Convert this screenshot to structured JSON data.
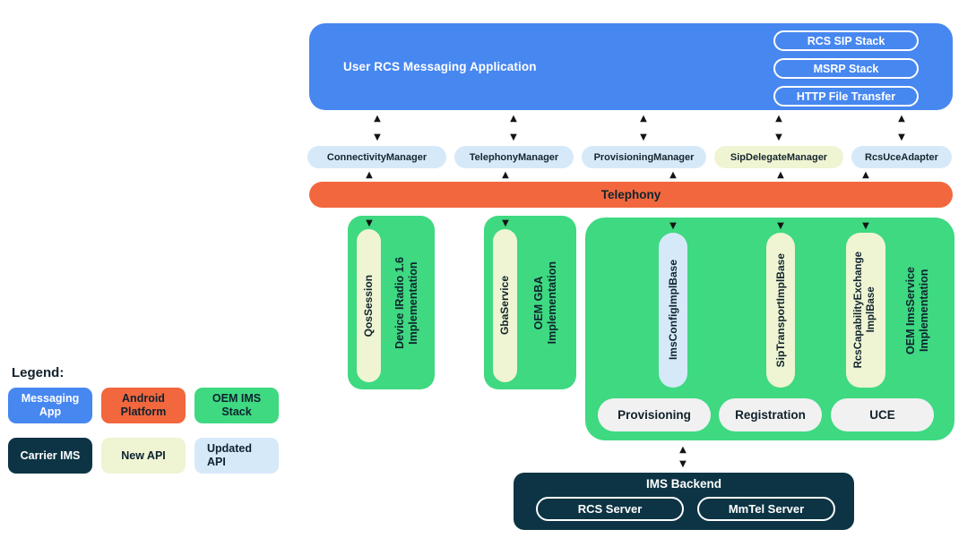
{
  "colors": {
    "app_blue": "#4787F0",
    "android_orange": "#F2673D",
    "oem_green": "#3ED981",
    "carrier_navy": "#0D3444",
    "new_api_cream": "#EFF4D2",
    "updated_api_blue": "#D6E9F9"
  },
  "icons": {
    "arrow_up": "▲",
    "arrow_down": "▼"
  },
  "app_box": {
    "title": "User RCS Messaging Application",
    "stack_pills": [
      "RCS SIP Stack",
      "MSRP Stack",
      "HTTP File Transfer"
    ]
  },
  "managers": [
    {
      "label": "ConnectivityManager",
      "api_type": "updated"
    },
    {
      "label": "TelephonyManager",
      "api_type": "updated"
    },
    {
      "label": "ProvisioningManager",
      "api_type": "updated"
    },
    {
      "label": "SipDelegateManager",
      "api_type": "new"
    },
    {
      "label": "RcsUceAdapter",
      "api_type": "updated"
    }
  ],
  "telephony_bar": {
    "label": "Telephony"
  },
  "oem_stacks": [
    {
      "api_pill": "QosSession",
      "impl_label": "Device IRadio 1.6\nImplementation"
    },
    {
      "api_pill": "GbaService",
      "impl_label": "OEM GBA\nImplementation"
    },
    {
      "api_pills": [
        "ImsConfigImplBase",
        "SipTransportImplBase",
        "RcsCapabilityExchange\nImplBase"
      ],
      "impl_label": "OEM ImsService\nImplementation",
      "feature_pills": [
        "Provisioning",
        "Registration",
        "UCE"
      ]
    }
  ],
  "ims_backend": {
    "title": "IMS Backend",
    "servers": [
      "RCS Server",
      "MmTel Server"
    ]
  },
  "legend": {
    "title": "Legend:",
    "items": [
      {
        "label": "Messaging\nApp"
      },
      {
        "label": "Android\nPlatform"
      },
      {
        "label": "OEM IMS\nStack"
      },
      {
        "label": "Carrier IMS"
      },
      {
        "label": "New API"
      },
      {
        "label": "Updated\nAPI"
      }
    ]
  }
}
